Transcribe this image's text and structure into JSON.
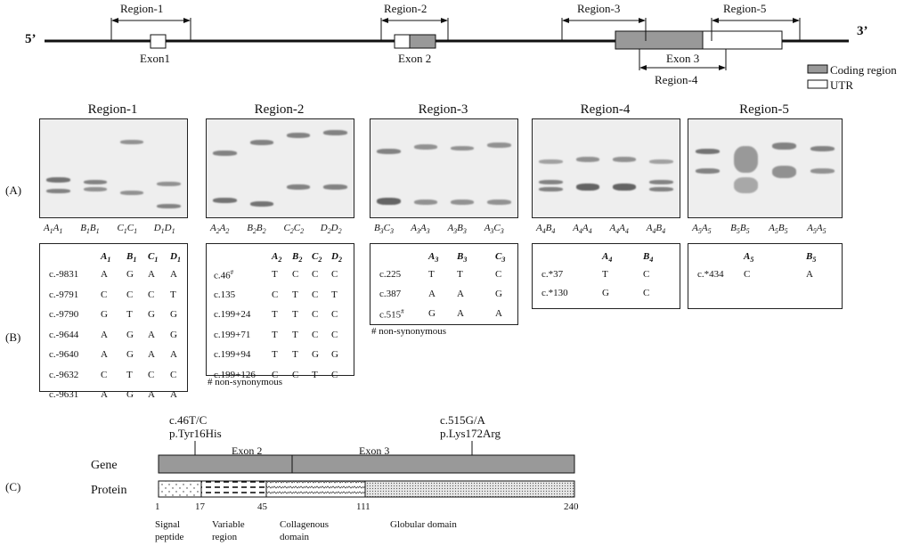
{
  "gene_map": {
    "five_prime": "5’",
    "three_prime": "3’",
    "regions": [
      "Region-1",
      "Region-2",
      "Region-3",
      "Region-4",
      "Region-5"
    ],
    "exons": [
      "Exon1",
      "Exon 2",
      "Exon 3"
    ],
    "legend": {
      "coding": "Coding region",
      "utr": "UTR",
      "coding_color": "#999999",
      "utr_color": "#ffffff"
    }
  },
  "panel_labels": {
    "a": "(A)",
    "b": "(B)",
    "c": "(C)"
  },
  "gels": [
    {
      "title": "Region-1",
      "lanes": [
        [
          "A",
          "1",
          "A",
          "1"
        ],
        [
          "B",
          "1",
          "B",
          "1"
        ],
        [
          "C",
          "1",
          "C",
          "1"
        ],
        [
          "D",
          "1",
          "D",
          "1"
        ]
      ]
    },
    {
      "title": "Region-2",
      "lanes": [
        [
          "A",
          "2",
          "A",
          "2"
        ],
        [
          "B",
          "2",
          "B",
          "2"
        ],
        [
          "C",
          "2",
          "C",
          "2"
        ],
        [
          "D",
          "2",
          "D",
          "2"
        ]
      ]
    },
    {
      "title": "Region-3",
      "lanes": [
        [
          "B",
          "3",
          "C",
          "3"
        ],
        [
          "A",
          "3",
          "A",
          "3"
        ],
        [
          "A",
          "3",
          "B",
          "3"
        ],
        [
          "A",
          "3",
          "C",
          "3"
        ]
      ]
    },
    {
      "title": "Region-4",
      "lanes": [
        [
          "A",
          "4",
          "B",
          "4"
        ],
        [
          "A",
          "4",
          "A",
          "4"
        ],
        [
          "A",
          "4",
          "A",
          "4"
        ],
        [
          "A",
          "4",
          "B",
          "4"
        ]
      ]
    },
    {
      "title": "Region-5",
      "lanes": [
        [
          "A",
          "5",
          "A",
          "5"
        ],
        [
          "B",
          "5",
          "B",
          "5"
        ],
        [
          "A",
          "5",
          "B",
          "5"
        ],
        [
          "A",
          "5",
          "A",
          "5"
        ]
      ]
    }
  ],
  "tables": [
    {
      "headers": [
        [
          "A",
          "1"
        ],
        [
          "B",
          "1"
        ],
        [
          "C",
          "1"
        ],
        [
          "D",
          "1"
        ]
      ],
      "rows": [
        [
          "c.-9831",
          "A",
          "G",
          "A",
          "A"
        ],
        [
          "c.-9791",
          "C",
          "C",
          "C",
          "T"
        ],
        [
          "c.-9790",
          "G",
          "T",
          "G",
          "G"
        ],
        [
          "c.-9644",
          "A",
          "G",
          "A",
          "G"
        ],
        [
          "c.-9640",
          "A",
          "G",
          "A",
          "A"
        ],
        [
          "c.-9632",
          "C",
          "T",
          "C",
          "C"
        ],
        [
          "c.-9631",
          "A",
          "G",
          "A",
          "A"
        ]
      ]
    },
    {
      "headers": [
        [
          "A",
          "2"
        ],
        [
          "B",
          "2"
        ],
        [
          "C",
          "2"
        ],
        [
          "D",
          "2"
        ]
      ],
      "rows": [
        [
          "c.46#",
          "T",
          "C",
          "C",
          "C"
        ],
        [
          "c.135",
          "C",
          "T",
          "C",
          "T"
        ],
        [
          "c.199+24",
          "T",
          "T",
          "C",
          "C"
        ],
        [
          "c.199+71",
          "T",
          "T",
          "C",
          "C"
        ],
        [
          "c.199+94",
          "T",
          "T",
          "G",
          "G"
        ],
        [
          "c.199+126",
          "C",
          "C",
          "T",
          "C"
        ]
      ],
      "note": "# non-synonymous"
    },
    {
      "headers": [
        [
          "A",
          "3"
        ],
        [
          "B",
          "3"
        ],
        [
          "C",
          "3"
        ]
      ],
      "rows": [
        [
          "c.225",
          "T",
          "T",
          "C"
        ],
        [
          "c.387",
          "A",
          "A",
          "G"
        ],
        [
          "c.515#",
          "G",
          "A",
          "A"
        ]
      ],
      "note": "# non-synonymous"
    },
    {
      "headers": [
        [
          "A",
          "4"
        ],
        [
          "B",
          "4"
        ]
      ],
      "rows": [
        [
          "c.*37",
          "T",
          "C"
        ],
        [
          "c.*130",
          "G",
          "C"
        ]
      ]
    },
    {
      "headers": [
        [
          "A",
          "5"
        ],
        [
          "B",
          "5"
        ]
      ],
      "rows": [
        [
          "c.*434",
          "C",
          "A"
        ]
      ]
    }
  ],
  "protein_diagram": {
    "row_gene": "Gene",
    "row_protein": "Protein",
    "exon2": "Exon 2",
    "exon3": "Exon 3",
    "mut1_line1": "c.46T/C",
    "mut1_line2": "p.Tyr16His",
    "mut2_line1": "c.515G/A",
    "mut2_line2": "p.Lys172Arg",
    "positions": [
      "1",
      "17",
      "45",
      "111",
      "240"
    ],
    "domains": [
      {
        "line1": "Signal",
        "line2": "peptide"
      },
      {
        "line1": "Variable",
        "line2": "region"
      },
      {
        "line1": "Collagenous",
        "line2": "domain"
      },
      {
        "line1": "Globular domain",
        "line2": ""
      }
    ]
  }
}
